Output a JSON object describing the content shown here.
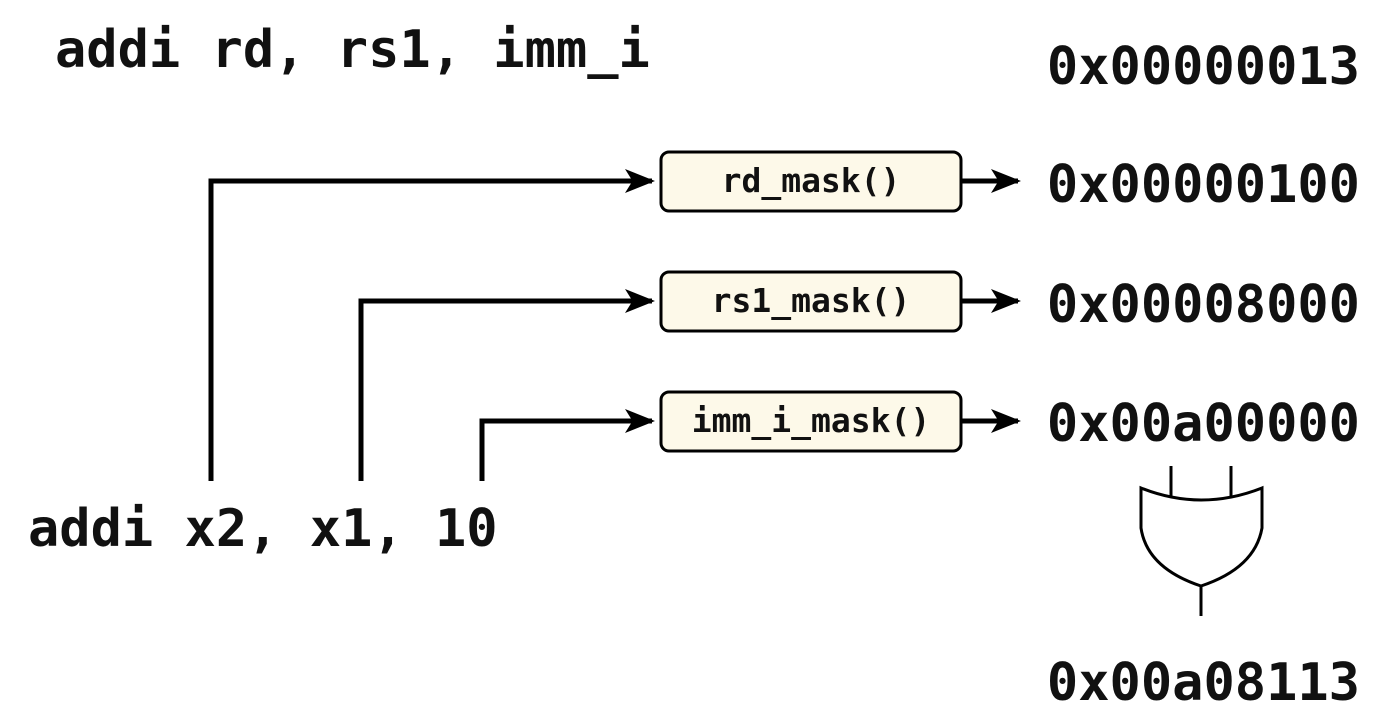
{
  "template_instruction": "addi rd, rs1, imm_i",
  "opcode_value": "0x00000013",
  "concrete_instruction": "addi x2, x1, 10",
  "masks": [
    {
      "function": "rd_mask()",
      "result": "0x00000100"
    },
    {
      "function": "rs1_mask()",
      "result": "0x00008000"
    },
    {
      "function": "imm_i_mask()",
      "result": "0x00a00000"
    }
  ],
  "gate": "or-gate",
  "final_result": "0x00a08113",
  "colors": {
    "box_fill": "#fdf9e9",
    "stroke": "#000000"
  }
}
